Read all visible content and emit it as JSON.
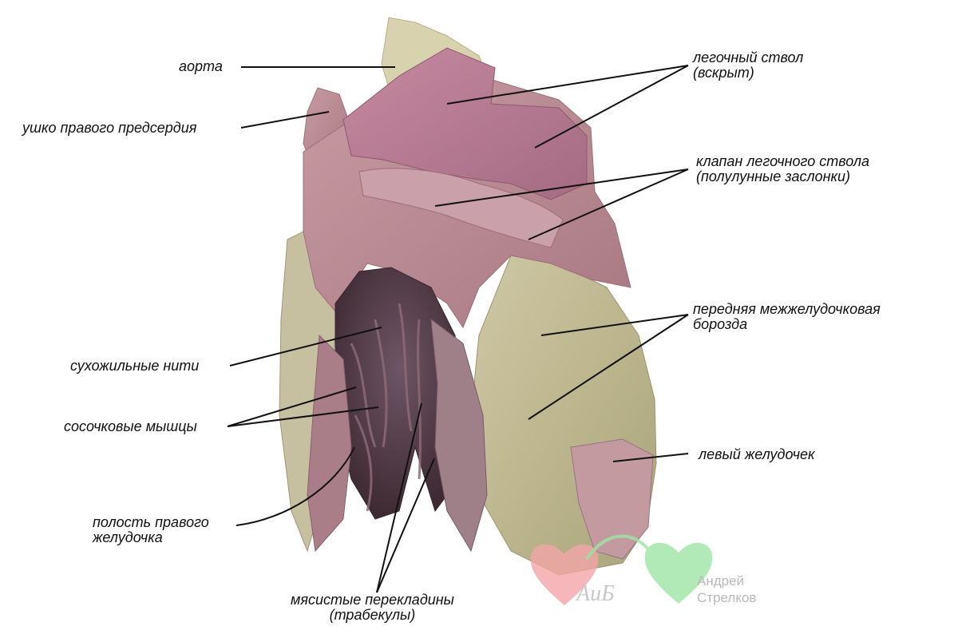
{
  "labels": {
    "aorta": "аорта",
    "right_auricle": "ушко правого предсердия",
    "pulmonary_trunk": [
      "легочный ствол",
      "(вскрыт)"
    ],
    "pulmonary_valve": [
      "клапан легочного ствола",
      "(полулунные заслонки)"
    ],
    "anterior_sulcus": [
      "передняя межжелудочковая",
      "борозда"
    ],
    "chordae": "сухожильные нити",
    "papillary": "сосочковые мышцы",
    "left_ventricle": "левый желудочек",
    "rv_cavity": [
      "полость правого",
      "желудочка"
    ],
    "trabeculae": [
      "мясистые перекладины",
      "(трабекулы)"
    ]
  },
  "watermark": {
    "letters": "АиБ",
    "author": [
      "Андрей",
      "Стрелков"
    ],
    "heart_colors": [
      "#f3a6a8",
      "#9ee6a5"
    ]
  },
  "colors": {
    "leader_line": "#111111",
    "tissue_pink": "#b98992",
    "tissue_pale": "#c8c29a",
    "vessel_purple": "#b77b90"
  }
}
